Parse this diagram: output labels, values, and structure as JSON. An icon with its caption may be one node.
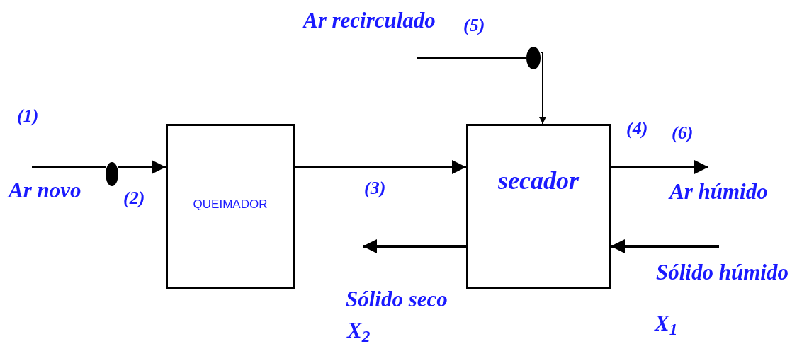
{
  "diagram": {
    "nodes": [
      {
        "text": [
          "QUEIMADOR"
        ]
      },
      {
        "text": [
          "secador"
        ]
      },
      {
        "text": [],
        "shape": "circle"
      },
      {
        "text": [],
        "shape": "circle"
      }
    ],
    "edges": [
      {
        "from": null,
        "to": 2,
        "arrow": "none"
      },
      {
        "from": 2,
        "to": 0,
        "arrow": "to"
      },
      {
        "from": 0,
        "to": 1,
        "arrow": "to"
      },
      {
        "from": null,
        "to": 3,
        "arrow": "none"
      },
      {
        "from": 3,
        "to": 1,
        "arrow": "to"
      },
      {
        "from": 1,
        "to": null,
        "arrow": "to"
      },
      {
        "from": 1,
        "to": null,
        "arrow": "to"
      },
      {
        "from": null,
        "to": 1,
        "arrow": "to"
      }
    ],
    "labels": [
      "Ar recirculado",
      "(5)",
      "(1)",
      "Ar novo",
      "(2)",
      "(3)",
      "(4)",
      "(6)",
      "Ar húmido",
      "Sólido seco",
      "X$_{2}$",
      "Sólido húmido",
      "X$_{1}$"
    ]
  }
}
